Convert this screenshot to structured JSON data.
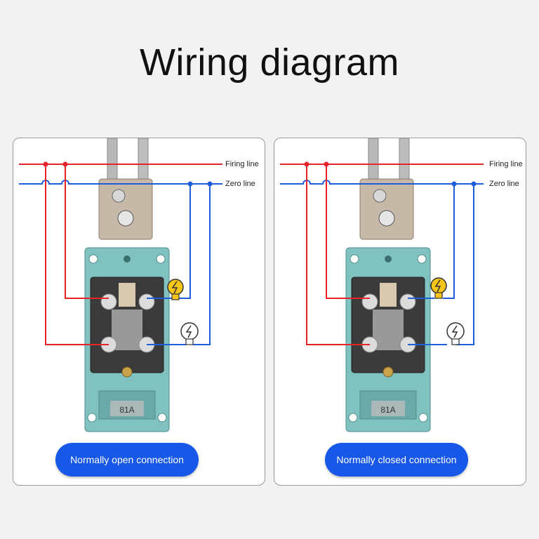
{
  "title": "Wiring diagram",
  "lines": {
    "firing": "Firing line",
    "zero": "Zero line"
  },
  "colors": {
    "firing": "#e8232a",
    "zero": "#1e5fd9",
    "housing": "#7fc2c0",
    "button": "#1758e8"
  },
  "panels": [
    {
      "label": "Normally open connection",
      "lit_lamp": "top",
      "icon": "bulb-icon"
    },
    {
      "label": "Normally closed connection",
      "lit_lamp": "top",
      "icon": "bulb-icon"
    }
  ],
  "switch": {
    "plate_text": "81A"
  }
}
